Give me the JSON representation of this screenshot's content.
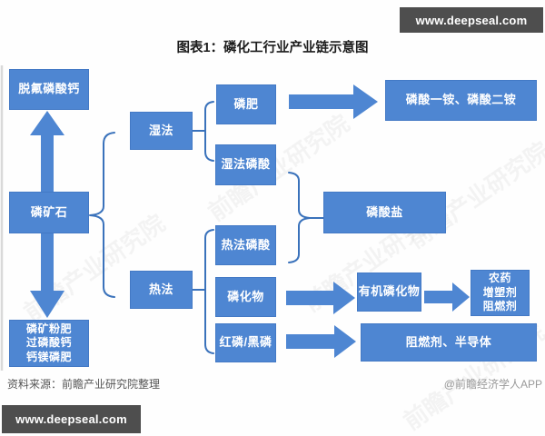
{
  "title": "图表1：磷化工行业产业链示意图",
  "watermark": {
    "top_badge": "www.deepseal.com",
    "bottom_badge": "www.deepseal.com",
    "background_text": "前瞻产业研究院"
  },
  "footer": {
    "source": "资料来源：前瞻产业研究院整理",
    "credit": "@前瞻经济学人APP"
  },
  "colors": {
    "node_blue": "#4e86d2",
    "connector_blue": "#3a72bb",
    "badge_gray": "#4e4e4e",
    "title_black": "#1c1c1c"
  },
  "nodes": {
    "defluorinated": {
      "label": "脱氟磷酸钙"
    },
    "phosphate_rock": {
      "label": "磷矿石"
    },
    "powder_fertilizers": {
      "lines": [
        "磷矿粉肥",
        "过磷酸钙",
        "钙镁磷肥"
      ]
    },
    "wet_process": {
      "label": "湿法"
    },
    "thermal_process": {
      "label": "热法"
    },
    "phosphate_fertilizer": {
      "label": "磷肥"
    },
    "wet_phosphoric_acid": {
      "label": "湿法磷酸"
    },
    "thermal_phosphoric_acid": {
      "label": "热法磷酸"
    },
    "phosphides": {
      "label": "磷化物"
    },
    "red_black_phosphorus": {
      "label": "红磷/黑磷"
    },
    "ammonium_phosphates": {
      "label": "磷酸一铵、磷酸二铵"
    },
    "phosphate_salts": {
      "label": "磷酸盐"
    },
    "organophosphates": {
      "label": "有机磷化物"
    },
    "pesticide_group": {
      "lines": [
        "农药",
        "增塑剂",
        "阻燃剂"
      ]
    },
    "retardant_semiconductor": {
      "label": "阻燃剂、半导体"
    }
  },
  "edges": [
    {
      "from": "磷矿石",
      "to": "脱氟磷酸钙",
      "type": "arrow"
    },
    {
      "from": "磷矿石",
      "to": "磷矿粉肥/过磷酸钙/钙镁磷肥",
      "type": "arrow"
    },
    {
      "from": "磷矿石",
      "to": "湿法",
      "type": "brace"
    },
    {
      "from": "磷矿石",
      "to": "热法",
      "type": "brace"
    },
    {
      "from": "湿法",
      "to": "磷肥",
      "type": "bracket"
    },
    {
      "from": "湿法",
      "to": "湿法磷酸",
      "type": "bracket"
    },
    {
      "from": "磷肥",
      "to": "磷酸一铵、磷酸二铵",
      "type": "arrow"
    },
    {
      "from": "湿法磷酸",
      "to": "磷酸盐",
      "type": "brace"
    },
    {
      "from": "热法磷酸",
      "to": "磷酸盐",
      "type": "brace"
    },
    {
      "from": "热法",
      "to": "热法磷酸",
      "type": "bracket"
    },
    {
      "from": "热法",
      "to": "磷化物",
      "type": "bracket"
    },
    {
      "from": "热法",
      "to": "红磷/黑磷",
      "type": "bracket"
    },
    {
      "from": "磷化物",
      "to": "有机磷化物",
      "type": "arrow"
    },
    {
      "from": "有机磷化物",
      "to": "农药/增塑剂/阻燃剂",
      "type": "arrow"
    },
    {
      "from": "红磷/黑磷",
      "to": "阻燃剂、半导体",
      "type": "arrow"
    }
  ]
}
